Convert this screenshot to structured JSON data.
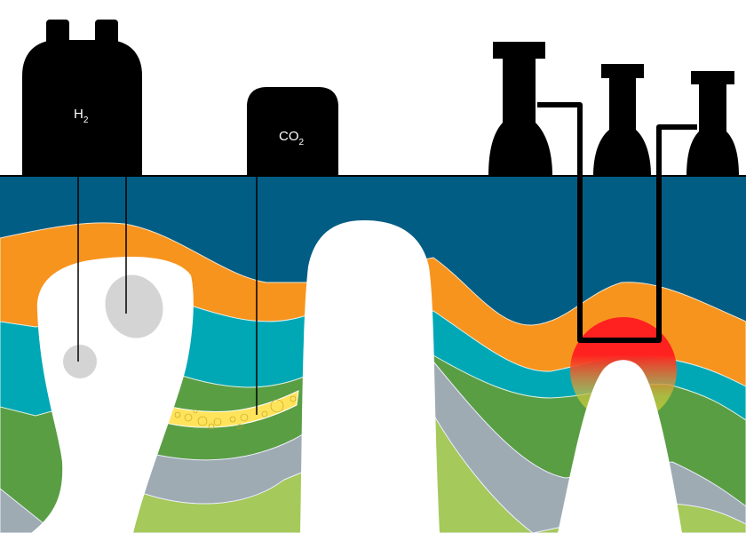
{
  "facilities": {
    "hydrogen_tank": {
      "label": "H",
      "subscript": "2"
    },
    "co2_tank": {
      "label": "CO",
      "subscript": "2"
    }
  },
  "colors": {
    "surface_layer": "#025d85",
    "orange_layer": "#f7941e",
    "teal_layer": "#00a8b5",
    "green_layer": "#5a9e44",
    "gray_layer": "#9eabb3",
    "light_green_layer": "#a5c95a",
    "co2_storage_band": "#ffe35a",
    "hydrogen_cavern": "#d4d4d4",
    "heat_source": "#ff2020",
    "salt_dome": "#ffffff",
    "infrastructure": "#000000"
  }
}
